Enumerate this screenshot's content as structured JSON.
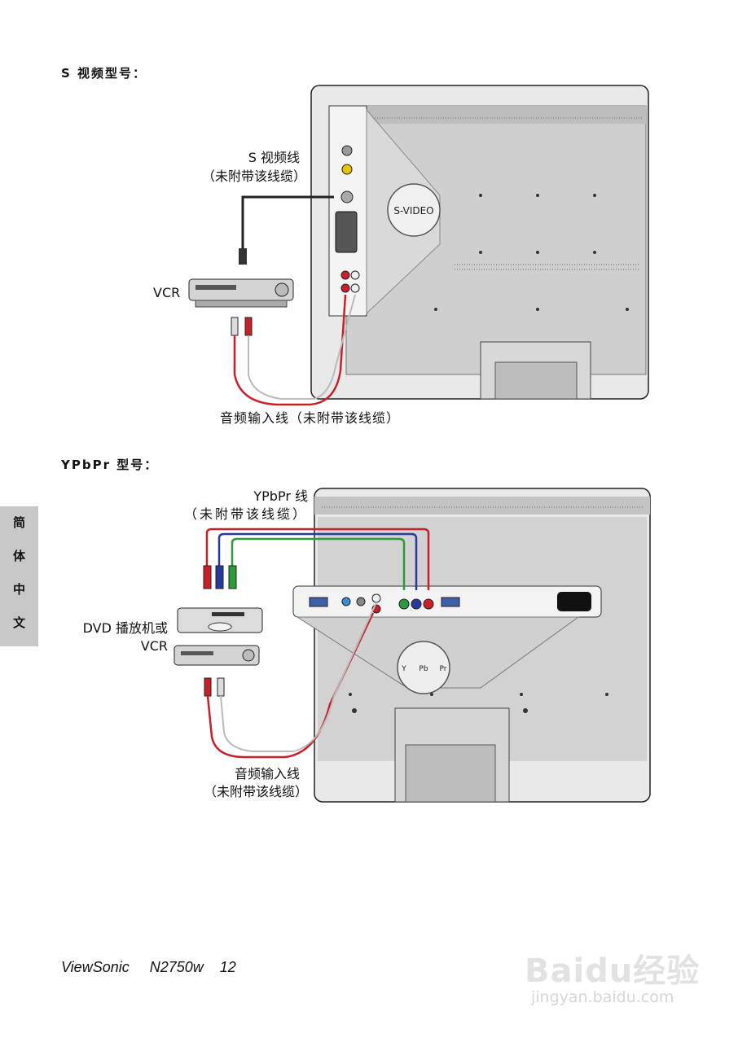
{
  "section1": {
    "heading": "S  视频型号：",
    "svideo_cable": "S 视频线",
    "svideo_cable_note": "（未附带该线缆）",
    "vcr": "VCR",
    "port_badge": "S-VIDEO",
    "audio_cable": "音频输入线（未附带该线缆）"
  },
  "section2": {
    "heading": "YPbPr 型号：",
    "ypbpr_cable": "YPbPr 线",
    "ypbpr_cable_note": "（未附带该线缆）",
    "dvd_line1": "DVD 播放机或",
    "dvd_line2": "VCR",
    "audio_cable": "音频输入线",
    "audio_cable_note": "（未附带该线缆）",
    "port_y": "Y",
    "port_pb": "Pb",
    "port_pr": "Pr"
  },
  "side_tab": [
    "简",
    "体",
    "中",
    "文"
  ],
  "footer": {
    "brand": "ViewSonic",
    "model": "N2750w",
    "page": "12"
  },
  "watermark": {
    "main": "Baidu经验",
    "url": "jingyan.baidu.com"
  },
  "colors": {
    "red_cable": "#c8202a",
    "green_cable": "#2e9a3c",
    "blue_cable": "#2a3a9c",
    "tab_gray": "#c8c8c8"
  }
}
